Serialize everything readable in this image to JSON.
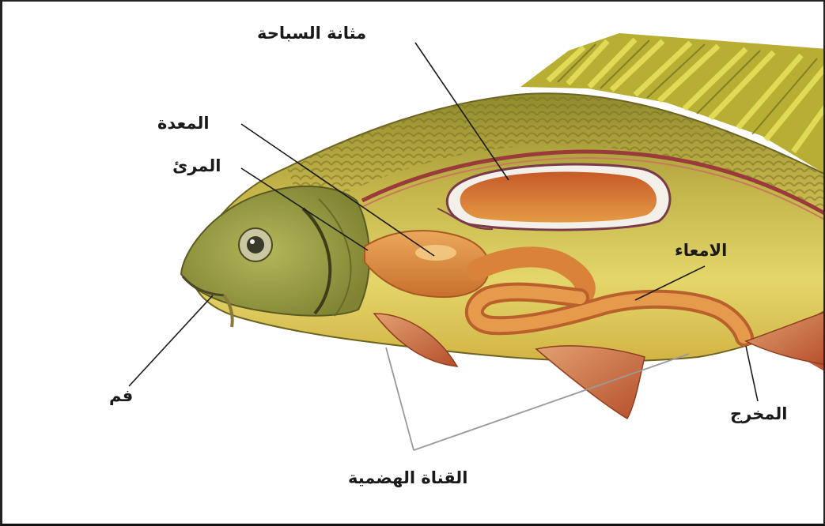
{
  "labels": {
    "swim_bladder": "مثانة السباحة",
    "stomach": "المعدة",
    "esophagus": "المرئ",
    "intestines": "الامعاء",
    "mouth": "فم",
    "anus": "المخرج",
    "digestive_canal": "القناة الهضمية"
  },
  "colors": {
    "body": "#d9c85a",
    "back": "#a3942e",
    "organ": "#d98a3a",
    "fin": "#c9683a",
    "dorsal_fin": "#b9b63a",
    "lateral_line": "#9b3a3a",
    "leader_line": "#1a1a1a",
    "bracket_line": "#999999"
  }
}
